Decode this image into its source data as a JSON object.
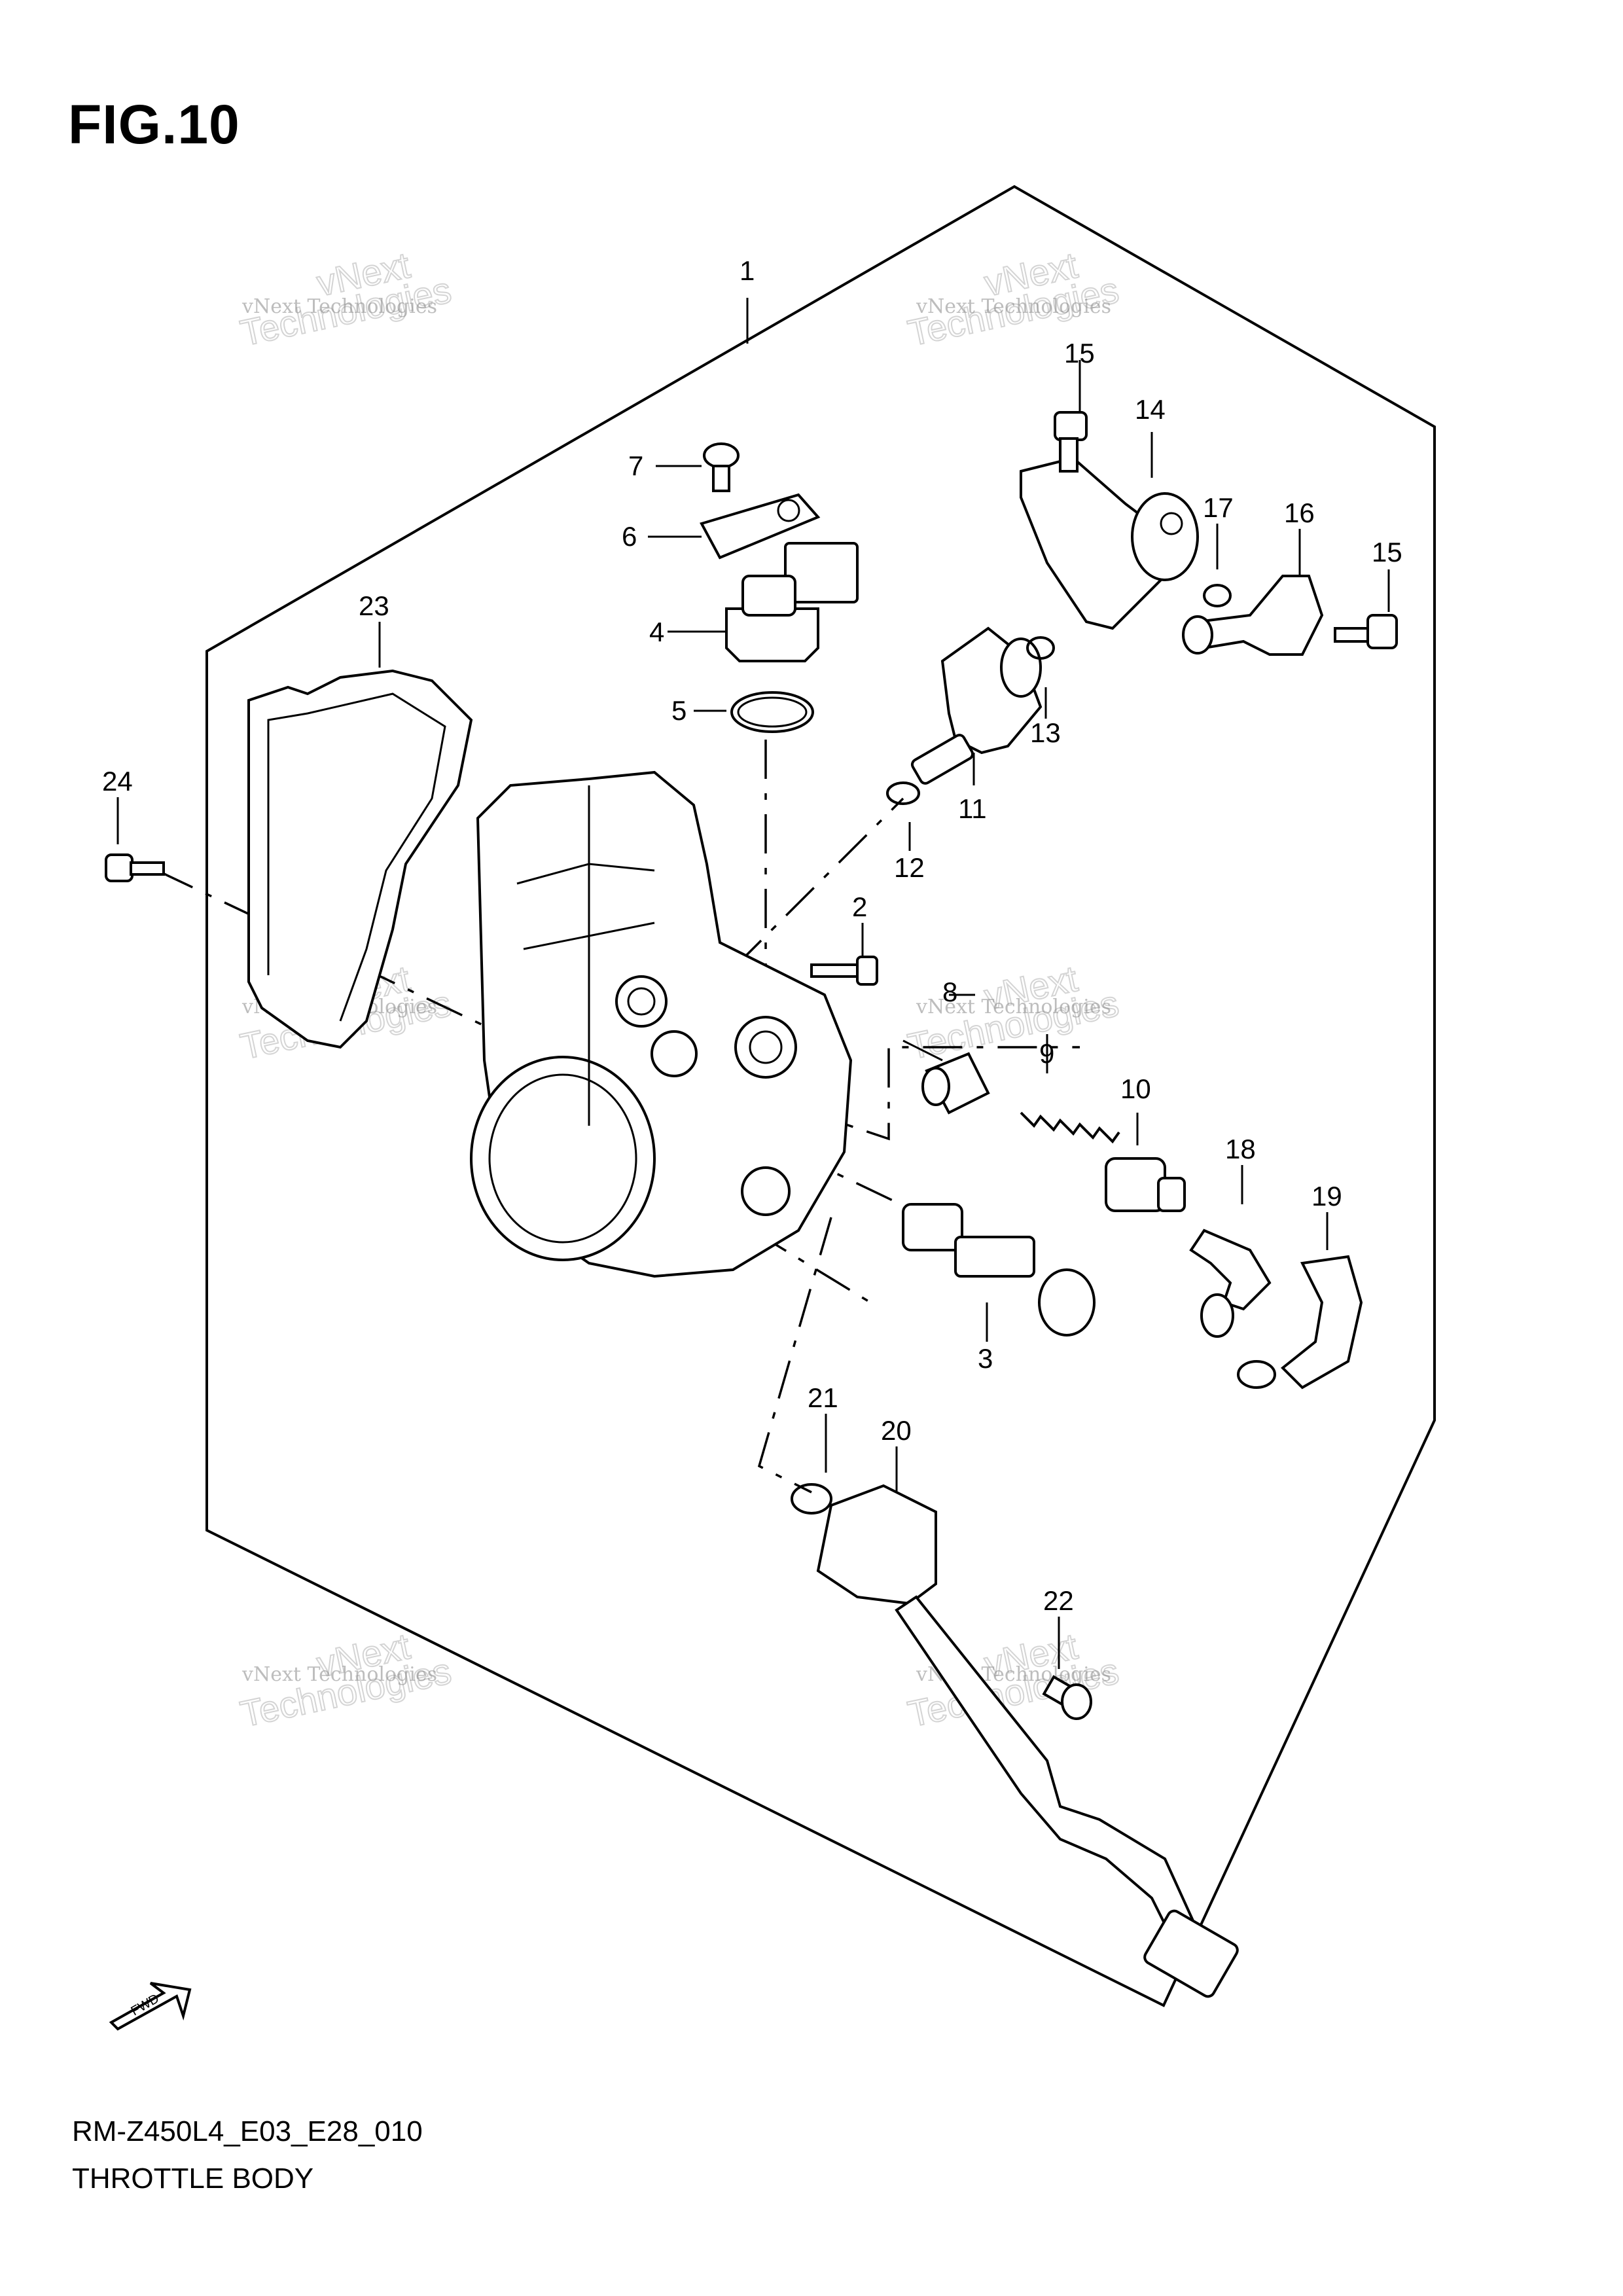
{
  "figure": {
    "title": "FIG.10",
    "code": "RM-Z450L4_E03_E28_010",
    "name": "THROTTLE BODY",
    "fwd_label": "FWD"
  },
  "part_labels": [
    "1",
    "2",
    "3",
    "4",
    "5",
    "6",
    "7",
    "8",
    "9",
    "10",
    "11",
    "12",
    "13",
    "14",
    "15",
    "15",
    "16",
    "17",
    "18",
    "19",
    "20",
    "21",
    "22",
    "23",
    "24"
  ],
  "watermark": {
    "line1": "vNext Technologies",
    "line2": "vNext",
    "line3": "Technologies"
  }
}
